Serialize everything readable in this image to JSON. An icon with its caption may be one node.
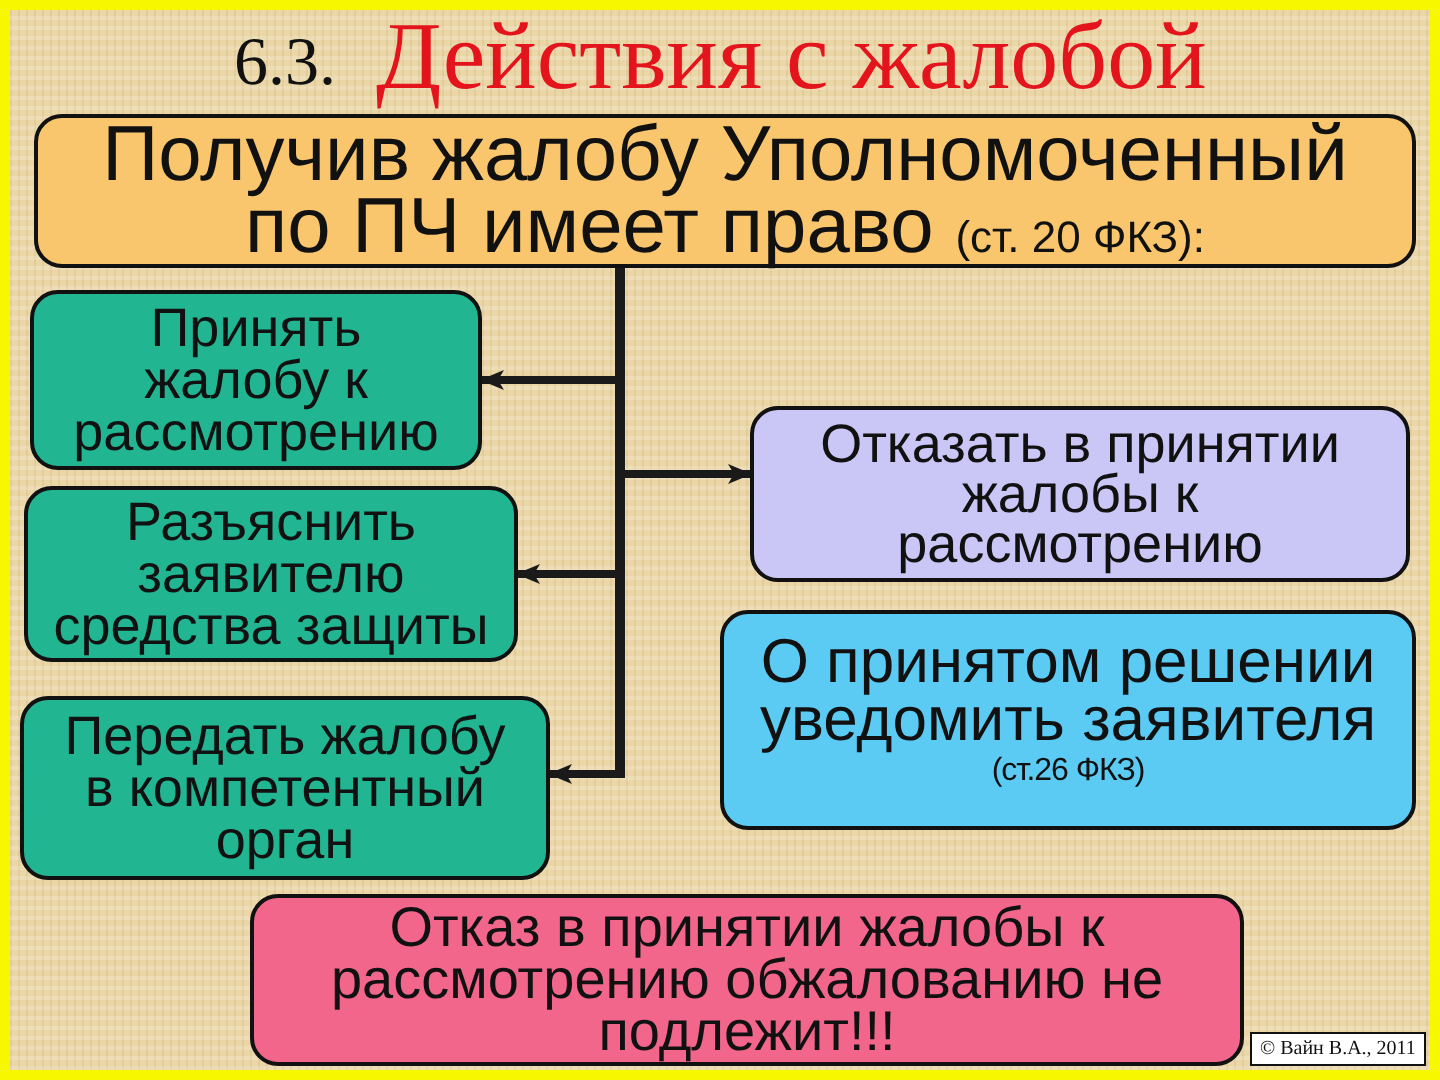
{
  "diagram": {
    "title": "Действия с жалобой",
    "nodes": [
      {
        "text": [
          "Получив жалобу Уполномоченный по ПЧ имеет право",
          "(ст. 20 ФКЗ):"
        ]
      },
      {
        "text": [
          "Принять жалобу к рассмотрению"
        ]
      },
      {
        "text": [
          "Разъяснить заявителю средства защиты"
        ]
      },
      {
        "text": [
          "Передать жалобу в компетентный орган"
        ]
      },
      {
        "text": [
          "Отказать в принятии жалобы к рассмотрению"
        ]
      },
      {
        "text": [
          "О принятом решении уведомить заявителя",
          "(ст.26 ФКЗ)"
        ]
      },
      {
        "text": [
          "Отказ в принятии жалобы к рассмотрению обжалованию не подлежит!!!"
        ]
      }
    ],
    "edges": [
      {
        "from": 0,
        "to": 1,
        "arrow": "to"
      },
      {
        "from": 0,
        "to": 2,
        "arrow": "to"
      },
      {
        "from": 0,
        "to": 3,
        "arrow": "to"
      },
      {
        "from": 0,
        "to": 4,
        "arrow": "to"
      }
    ],
    "labels": [
      "6.3.",
      "© Вайн В.А., 2011"
    ]
  }
}
